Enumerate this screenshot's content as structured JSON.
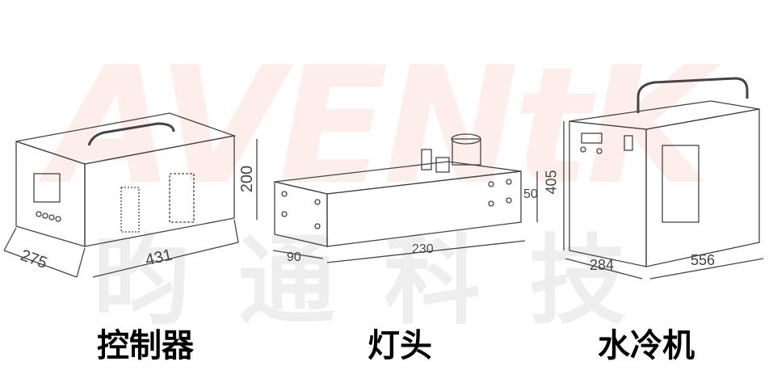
{
  "watermark": {
    "latin": "AVENtK",
    "chinese": "昀通科技"
  },
  "controller": {
    "caption": "控制器",
    "dims": {
      "depth": "275",
      "length": "431",
      "height": "200"
    }
  },
  "lamp_head": {
    "caption": "灯头",
    "dims": {
      "depth": "90",
      "length": "230",
      "height": "50"
    }
  },
  "chiller": {
    "caption": "水冷机",
    "dims": {
      "height": "405",
      "width": "284",
      "depth": "556"
    }
  },
  "colors": {
    "line": "#444444",
    "watermark_orange": "#f09682",
    "watermark_blue": "#9ec7ea"
  }
}
